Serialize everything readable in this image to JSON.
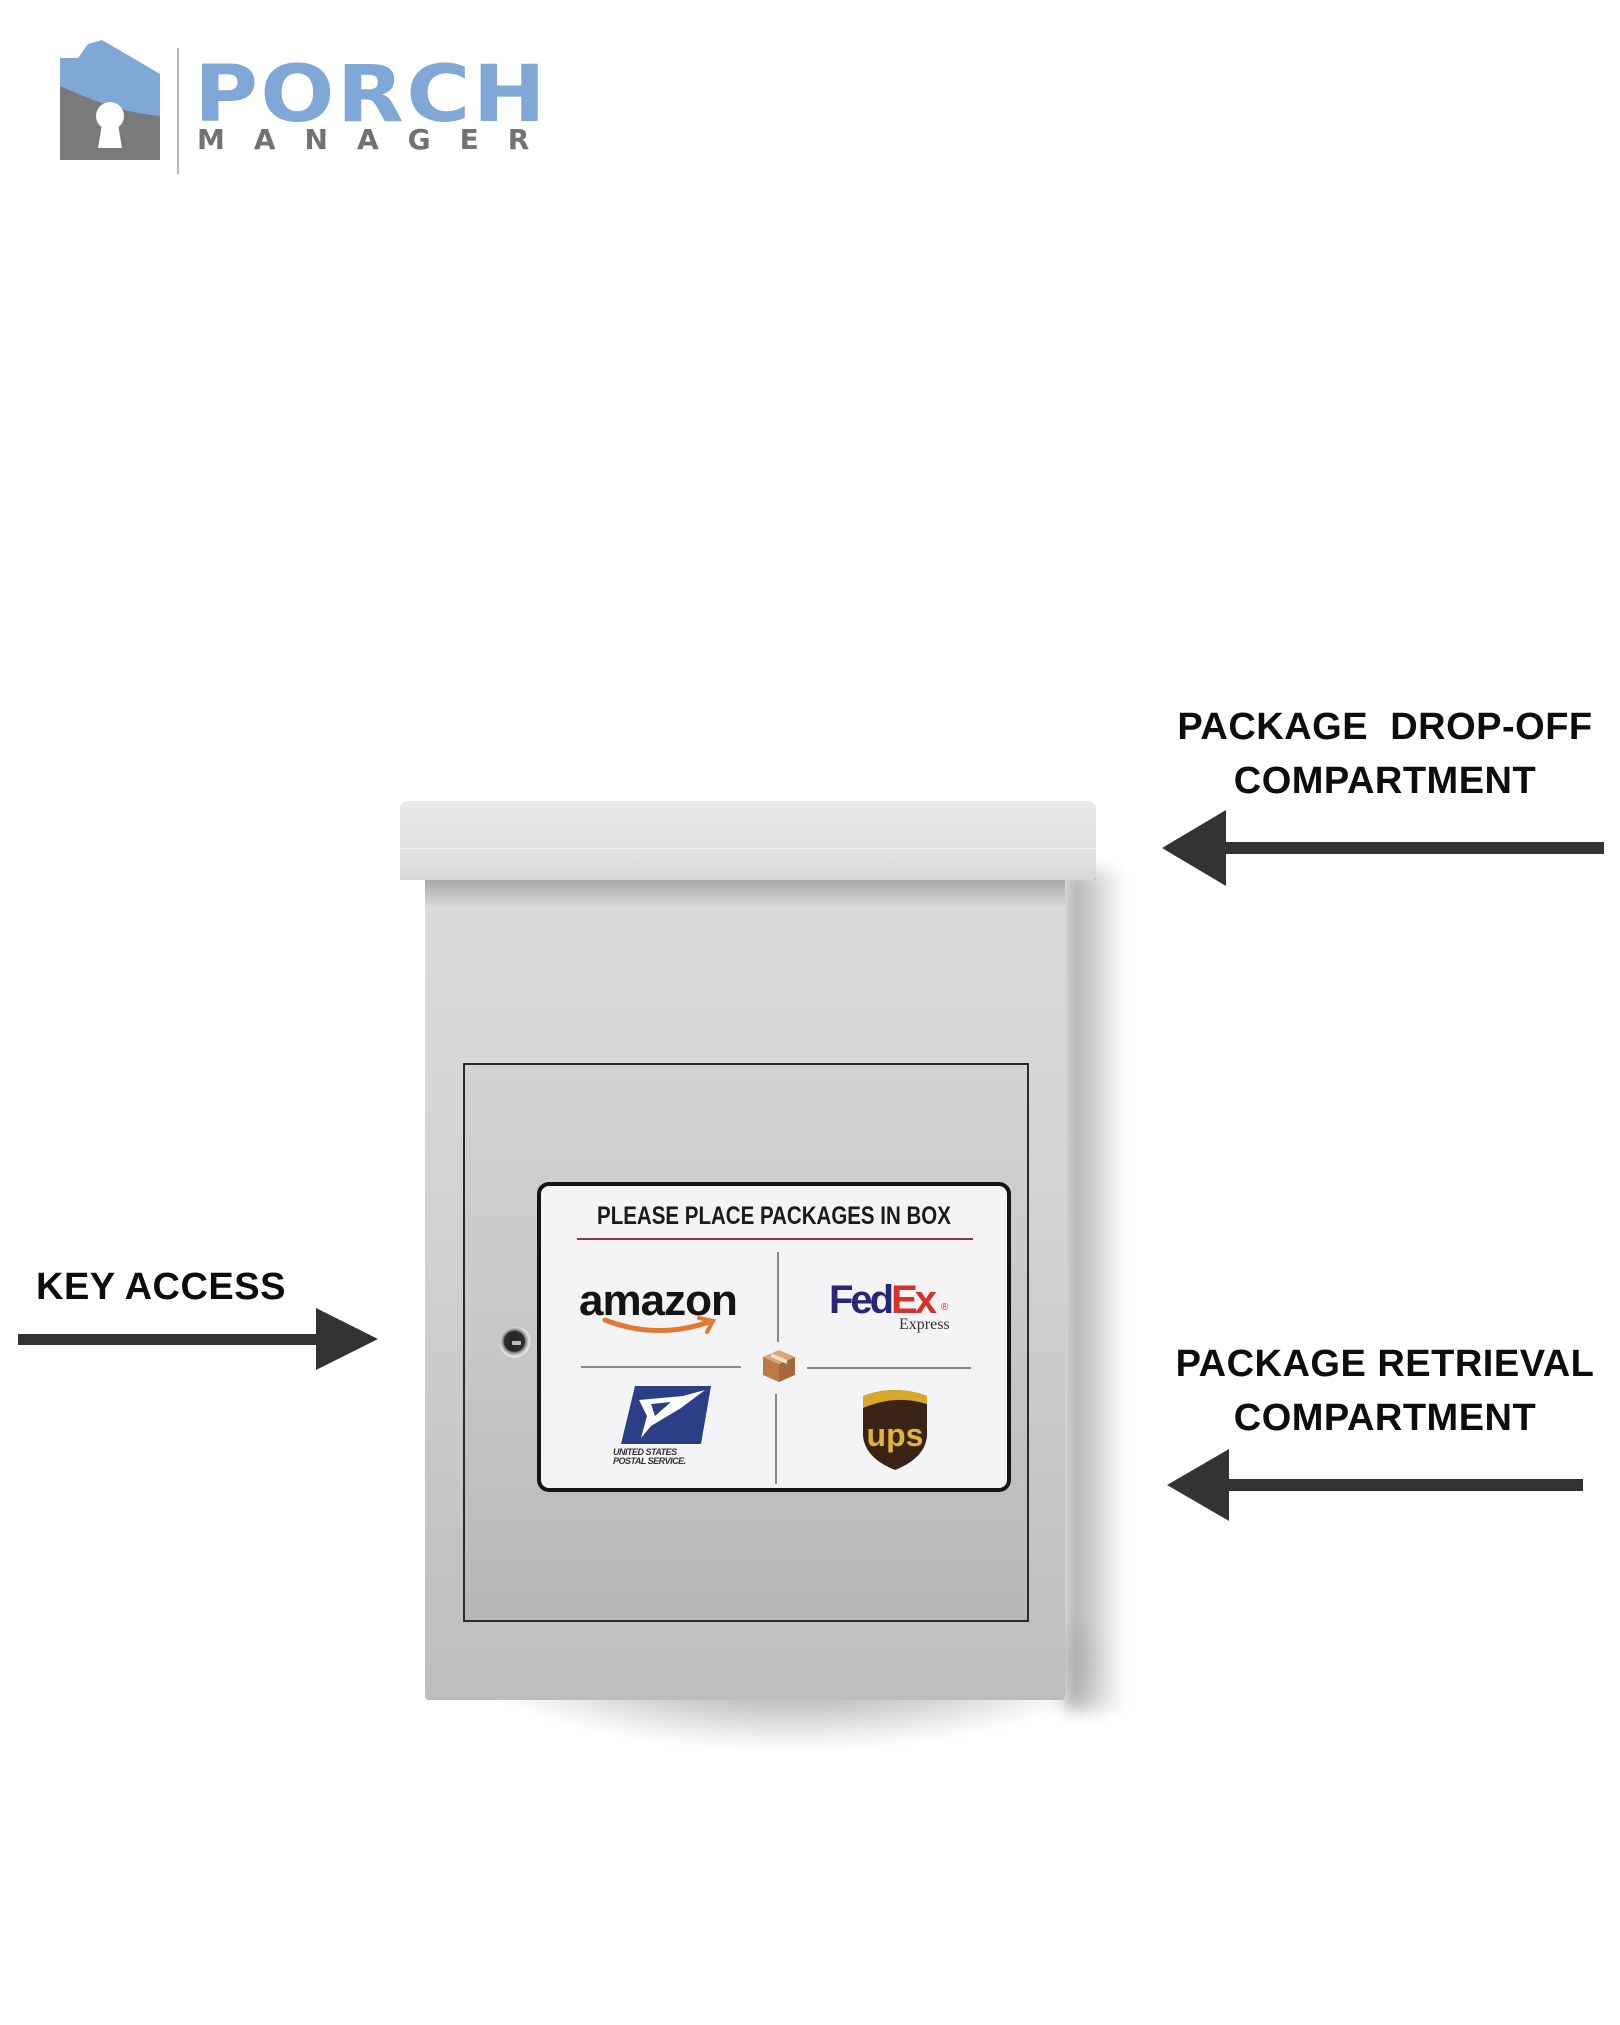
{
  "logo": {
    "brand_top": "PORCH",
    "brand_bottom": "MANAGER",
    "icon": "house-keyhole-icon",
    "colors": {
      "blue": "#7fa8d6",
      "gray": "#727272"
    }
  },
  "product": {
    "name": "package-drop-box",
    "sign": {
      "title": "PLEASE PLACE PACKAGES IN BOX",
      "carriers": [
        {
          "name": "amazon",
          "label": "amazon"
        },
        {
          "name": "fedex",
          "label_fed": "Fed",
          "label_ex": "Ex",
          "registered": "®",
          "sub": "Express"
        },
        {
          "name": "usps",
          "label_line1": "UNITED STATES",
          "label_line2": "POSTAL SERVICE."
        },
        {
          "name": "ups",
          "label": "ups"
        }
      ]
    }
  },
  "callouts": {
    "dropoff": {
      "line1": "PACKAGE  DROP-OFF",
      "line2": "COMPARTMENT",
      "arrow": "arrow-left"
    },
    "retrieval": {
      "line1": "PACKAGE RETRIEVAL",
      "line2": "COMPARTMENT",
      "arrow": "arrow-left"
    },
    "key": {
      "label": "KEY ACCESS",
      "arrow": "arrow-right"
    }
  },
  "colors": {
    "arrow": "#333333",
    "text": "#0d0d0d",
    "box": "#d6d6d8"
  }
}
